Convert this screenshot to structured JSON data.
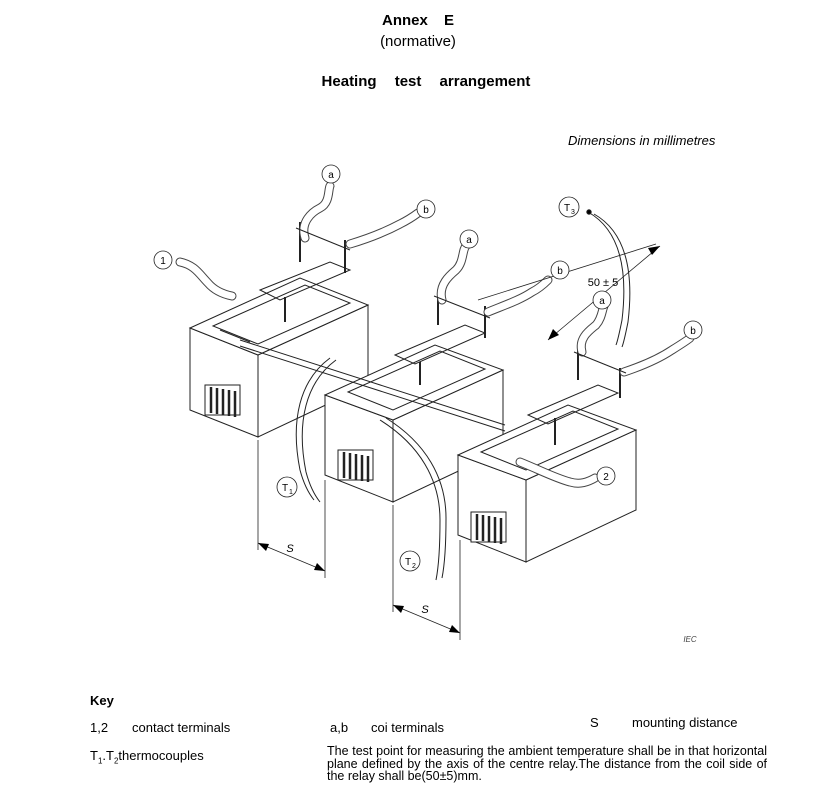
{
  "header": {
    "annex_word": "Annex",
    "annex_letter": "E",
    "status": "(normative)",
    "title": "Heating test arrangement"
  },
  "drawing": {
    "dimensions_note": "Dimensions in millimetres",
    "label_a": "a",
    "label_b": "b",
    "label_1": "1",
    "label_2": "2",
    "label_T1": "T",
    "label_T1_sub": "1",
    "label_T2": "T",
    "label_T2_sub": "2",
    "label_T3": "T",
    "label_T3_sub": "3",
    "dimension_50": "50 ± 5",
    "label_S": "S",
    "watermark": "IEC"
  },
  "key": {
    "title": "Key",
    "item1_code": "1,2",
    "item1_text": "contact terminals",
    "item2_code": "a,b",
    "item2_text": "coi  terminals",
    "item3_code": "S",
    "item3_text": "mounting distance",
    "item4_code_t1": "T",
    "item4_sub1": "1",
    "item4_sep": ".T",
    "item4_sub2": "2",
    "item4_text": "thermocouples",
    "note": "The test point for measuring the ambient temperature shall be in that horizontal plane defined by the axis of the centre relay.The distance from the coil side of the relay shall be(50±5)mm."
  }
}
